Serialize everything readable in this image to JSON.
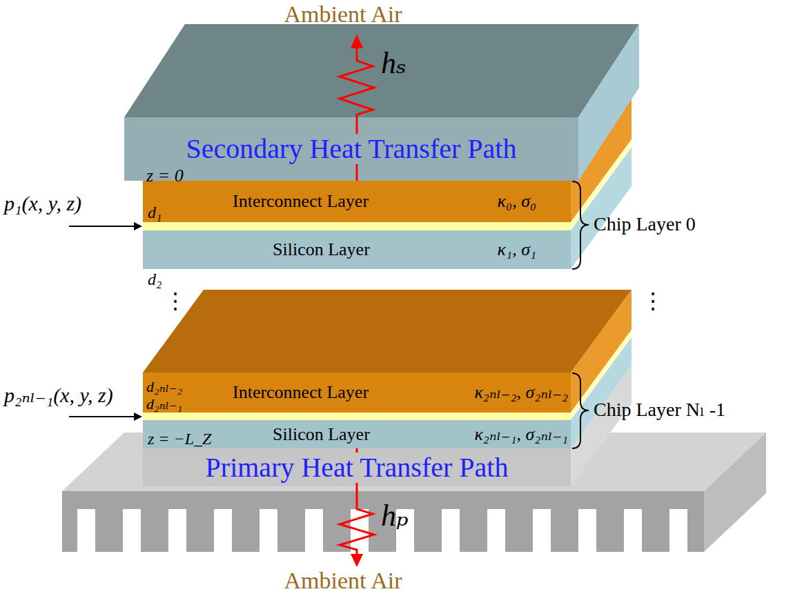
{
  "diagram": {
    "nodes": [
      {
        "text": [
          "Secondary Heat Transfer Path"
        ]
      },
      {
        "text": [
          "Interconnect Layer",
          "κ₀, σ₀"
        ]
      },
      {
        "text": [
          "Silicon Layer",
          "κ₁, σ₁"
        ]
      },
      {
        "text": [
          "Interconnect Layer",
          "κ₂ₙₗ₋₂, σ₂ₙₗ₋₂"
        ]
      },
      {
        "text": [
          "Silicon Layer",
          "κ₂ₙₗ₋₁, σ₂ₙₗ₋₁"
        ]
      },
      {
        "text": [
          "Primary Heat Transfer Path"
        ]
      }
    ],
    "labels": [
      "Ambient Air",
      "hₛ",
      "z = 0",
      "p₁(x, y, z)",
      "d₁",
      "Chip Layer 0",
      "d₂",
      "⋮",
      "⋮",
      "p₂ₙₗ₋₁(x, y, z)",
      "d₂ₙₗ₋₂",
      "d₂ₙₗ₋₁",
      "Chip Layer Nₗ -1",
      "z = −L_Z",
      "hₚ",
      "Ambient Air"
    ]
  }
}
